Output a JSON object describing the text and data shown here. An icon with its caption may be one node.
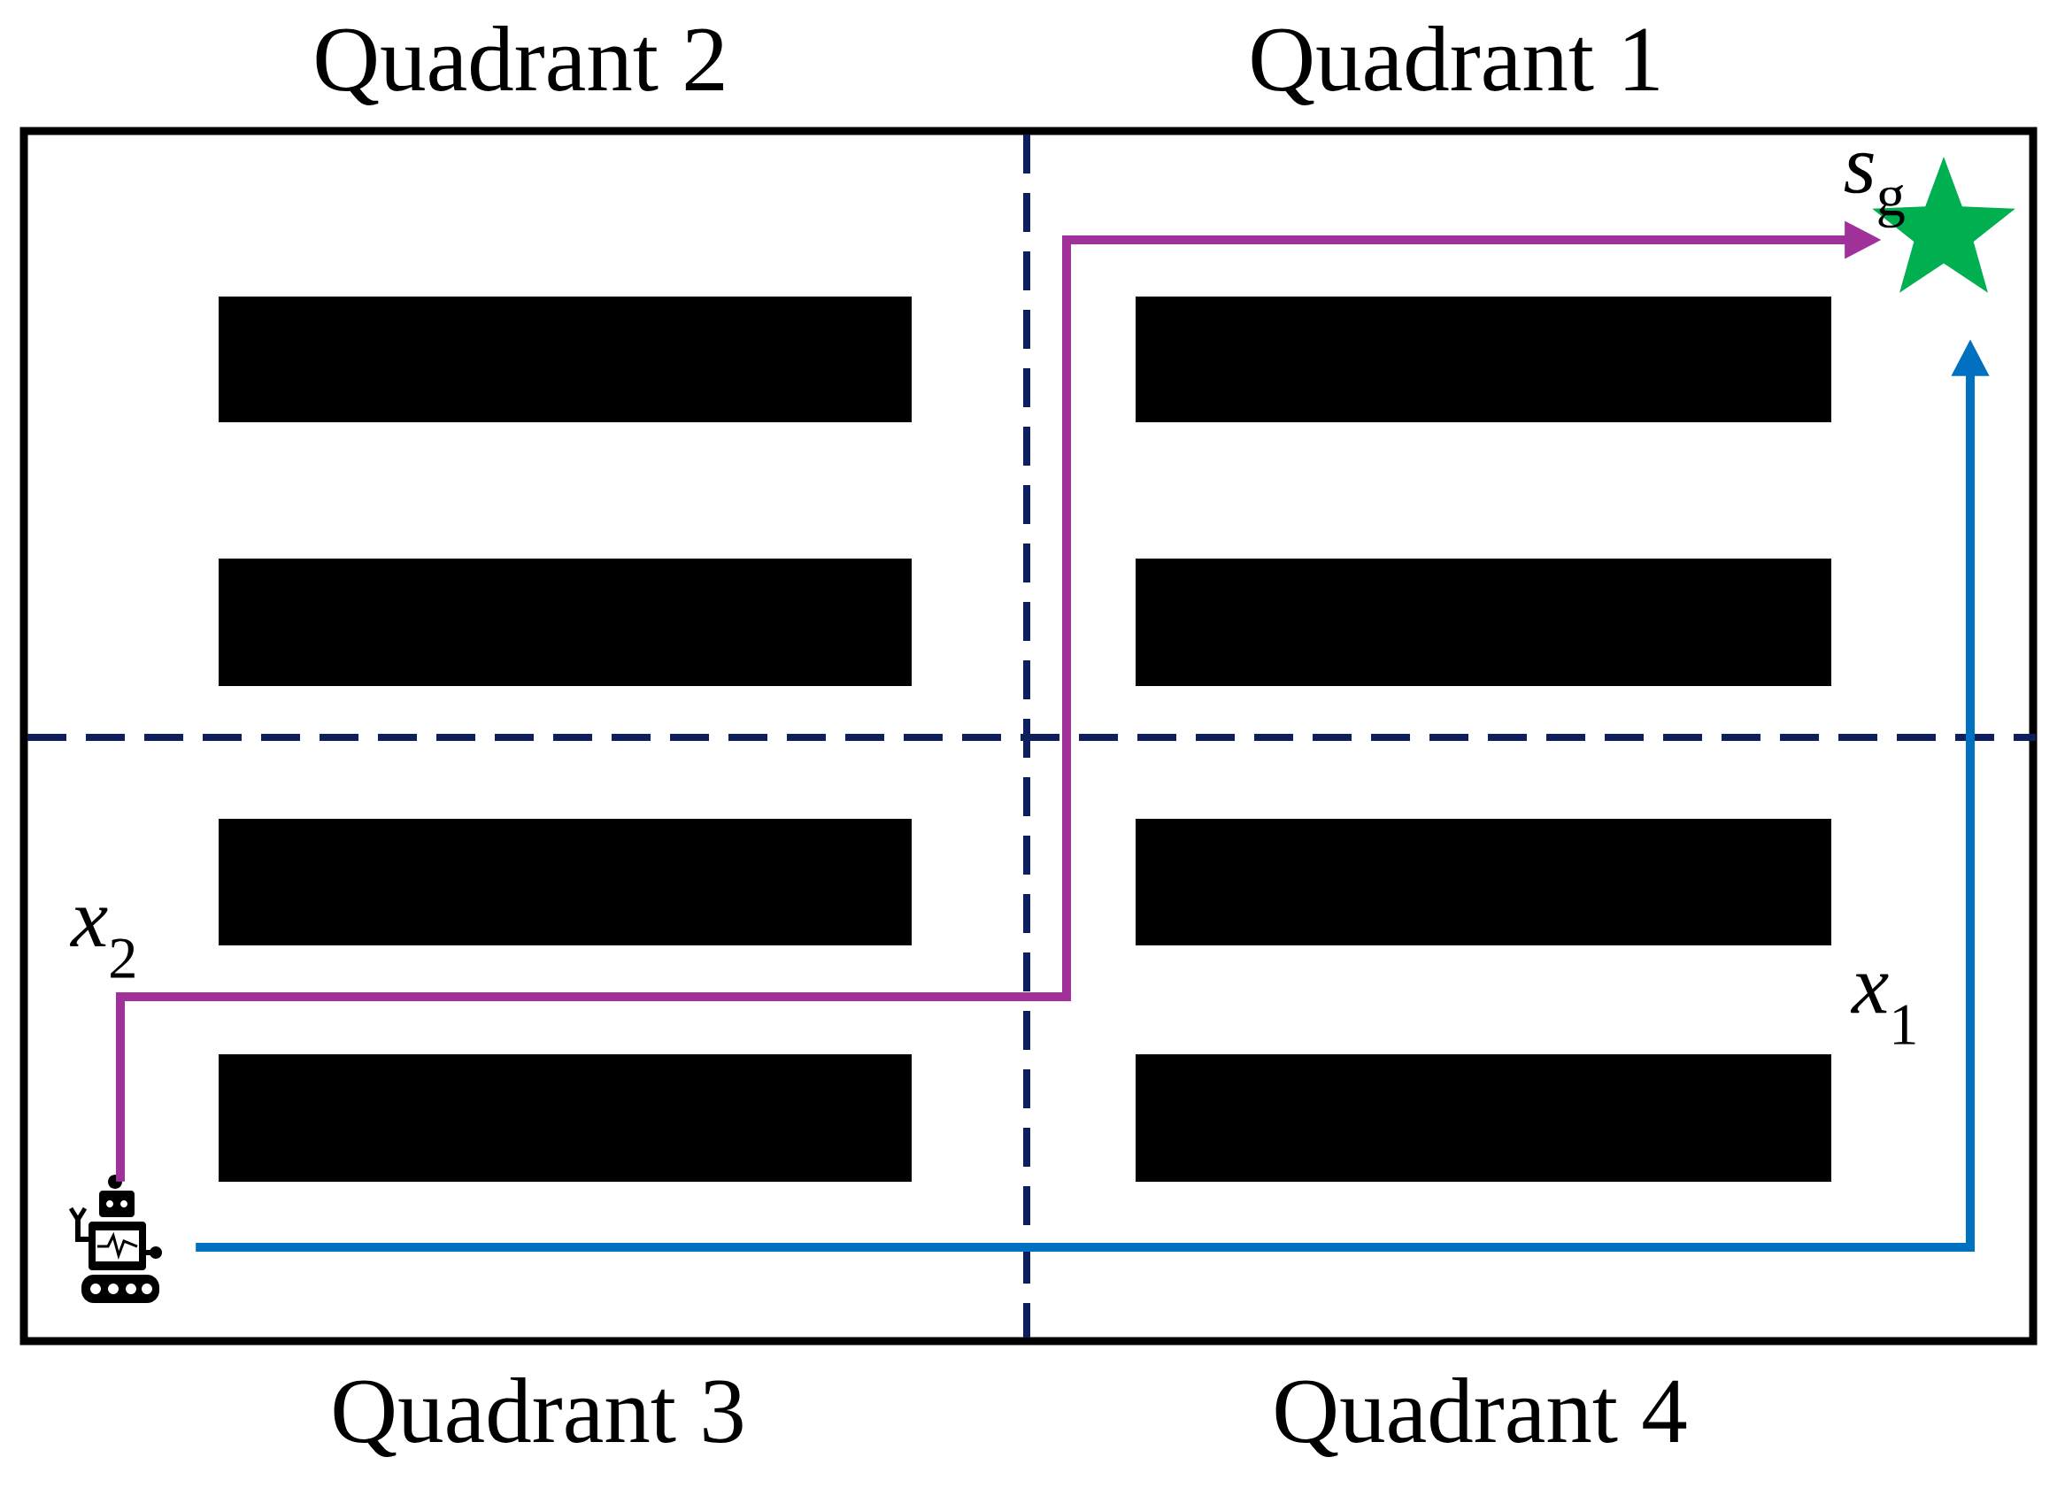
{
  "diagram": {
    "nodes": [
      {
        "text": [],
        "shape": "robot"
      },
      {
        "text": [],
        "shape": "star",
        "beside": [
          "*s*$_{g}$"
        ]
      },
      {
        "text": [],
        "shape": "box"
      },
      {
        "text": [],
        "shape": "box"
      },
      {
        "text": [],
        "shape": "box"
      },
      {
        "text": [],
        "shape": "box"
      },
      {
        "text": [],
        "shape": "box"
      },
      {
        "text": [],
        "shape": "box"
      },
      {
        "text": [],
        "shape": "box"
      },
      {
        "text": [],
        "shape": "box"
      }
    ],
    "edges": [
      {
        "from": 0,
        "to": 1,
        "arrow": "to",
        "label": "*x*$_{2}$",
        "color": "#a0309a"
      },
      {
        "from": 0,
        "to": 1,
        "arrow": "to",
        "label": "*x*$_{1}$",
        "color": "#0070c0"
      }
    ],
    "labels": [
      "Quadrant 2",
      "Quadrant 1",
      "Quadrant 3",
      "Quadrant 4"
    ]
  }
}
